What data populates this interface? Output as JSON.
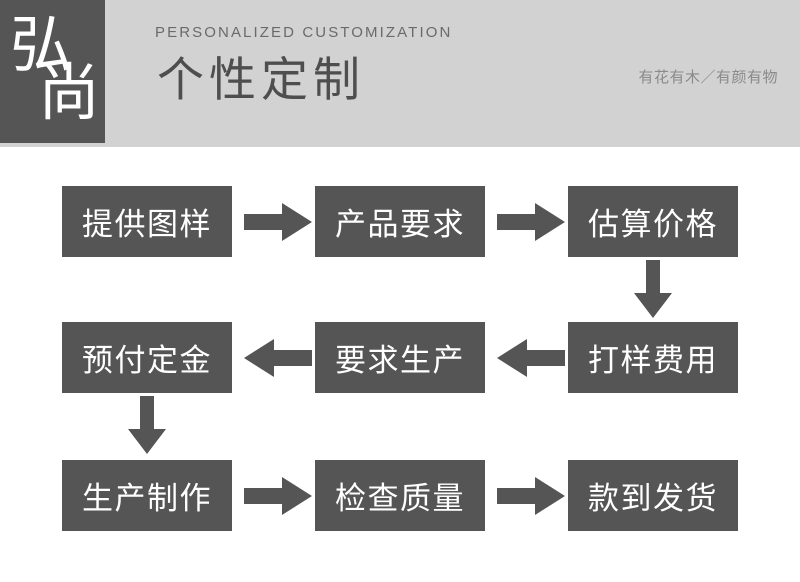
{
  "header": {
    "logo": {
      "char_top": "弘",
      "char_bottom": "尚"
    },
    "eyebrow": "PERSONALIZED CUSTOMIZATION",
    "title": "个性定制",
    "tagline": "有花有木／有颜有物",
    "background_color": "#d2d2d2",
    "logo_block_color": "#555555"
  },
  "flow": {
    "node_color": "#555555",
    "node_text_color": "#ffffff",
    "arrow_color": "#555555",
    "rows": [
      {
        "direction": "left-to-right",
        "nodes": [
          {
            "label": "提供图样"
          },
          {
            "label": "产品要求"
          },
          {
            "label": "估算价格"
          }
        ]
      },
      {
        "direction": "right-to-left",
        "nodes": [
          {
            "label": "预付定金"
          },
          {
            "label": "要求生产"
          },
          {
            "label": "打样费用"
          }
        ]
      },
      {
        "direction": "left-to-right",
        "nodes": [
          {
            "label": "生产制作"
          },
          {
            "label": "检查质量"
          },
          {
            "label": "款到发货"
          }
        ]
      }
    ],
    "connectors": [
      {
        "name": "arrow-right-row1-1",
        "shape": "arrow-right"
      },
      {
        "name": "arrow-right-row1-2",
        "shape": "arrow-right"
      },
      {
        "name": "arrow-down-col3",
        "shape": "arrow-down"
      },
      {
        "name": "arrow-left-row2-1",
        "shape": "arrow-left"
      },
      {
        "name": "arrow-left-row2-2",
        "shape": "arrow-left"
      },
      {
        "name": "arrow-down-col1",
        "shape": "arrow-down"
      },
      {
        "name": "arrow-right-row3-1",
        "shape": "arrow-right"
      },
      {
        "name": "arrow-right-row3-2",
        "shape": "arrow-right"
      }
    ]
  }
}
